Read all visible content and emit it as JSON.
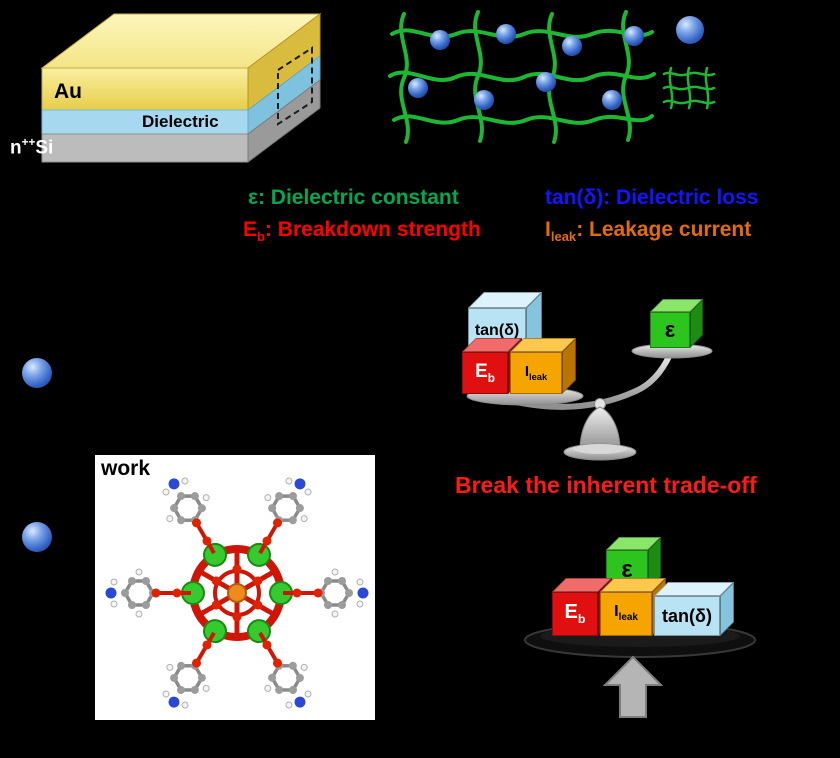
{
  "colors": {
    "bg": "#000000",
    "legend-green": "#00a94f",
    "legend-blue": "#1414ff",
    "legend-red": "#ff0000",
    "legend-orange": "#e36c0a",
    "tradeoff-red": "#ff1a1a",
    "network-green": "#1db733",
    "sphere-blue": "#3b6fd4",
    "cube-red": "#e01010",
    "cube-orange": "#f6a400",
    "cube-lightblue": "#b8e3f5",
    "cube-green": "#2ec41e",
    "gold": "#edd054",
    "dielectric-blue": "#a6d8ef",
    "substrate-gray": "#bcbcbc",
    "arrow-gray": "#b5b5b5"
  },
  "device": {
    "electrode_label": "Au",
    "dielectric_label": "Dielectric",
    "substrate": {
      "base": "n",
      "sup": "++",
      "element": "Si"
    }
  },
  "legend": {
    "epsilon": {
      "symbol": "ε",
      "desc": ": Dielectric constant"
    },
    "tan_delta": {
      "symbol": "tan(δ)",
      "desc": ": Dielectric loss"
    },
    "breakdown": {
      "symbol": "E",
      "sub": "b",
      "desc": ": Breakdown strength"
    },
    "leakage": {
      "symbol": "I",
      "sub": "leak",
      "desc": ": Leakage current"
    }
  },
  "cubes": {
    "epsilon": "ε",
    "tan_delta": "tan(δ)",
    "breakdown": {
      "symbol": "E",
      "sub": "b"
    },
    "leakage": {
      "symbol": "I",
      "sub": "leak"
    }
  },
  "balance": {
    "caption": "Break the inherent trade-off"
  },
  "molecule_panel": {
    "caption_fragment": "work"
  }
}
